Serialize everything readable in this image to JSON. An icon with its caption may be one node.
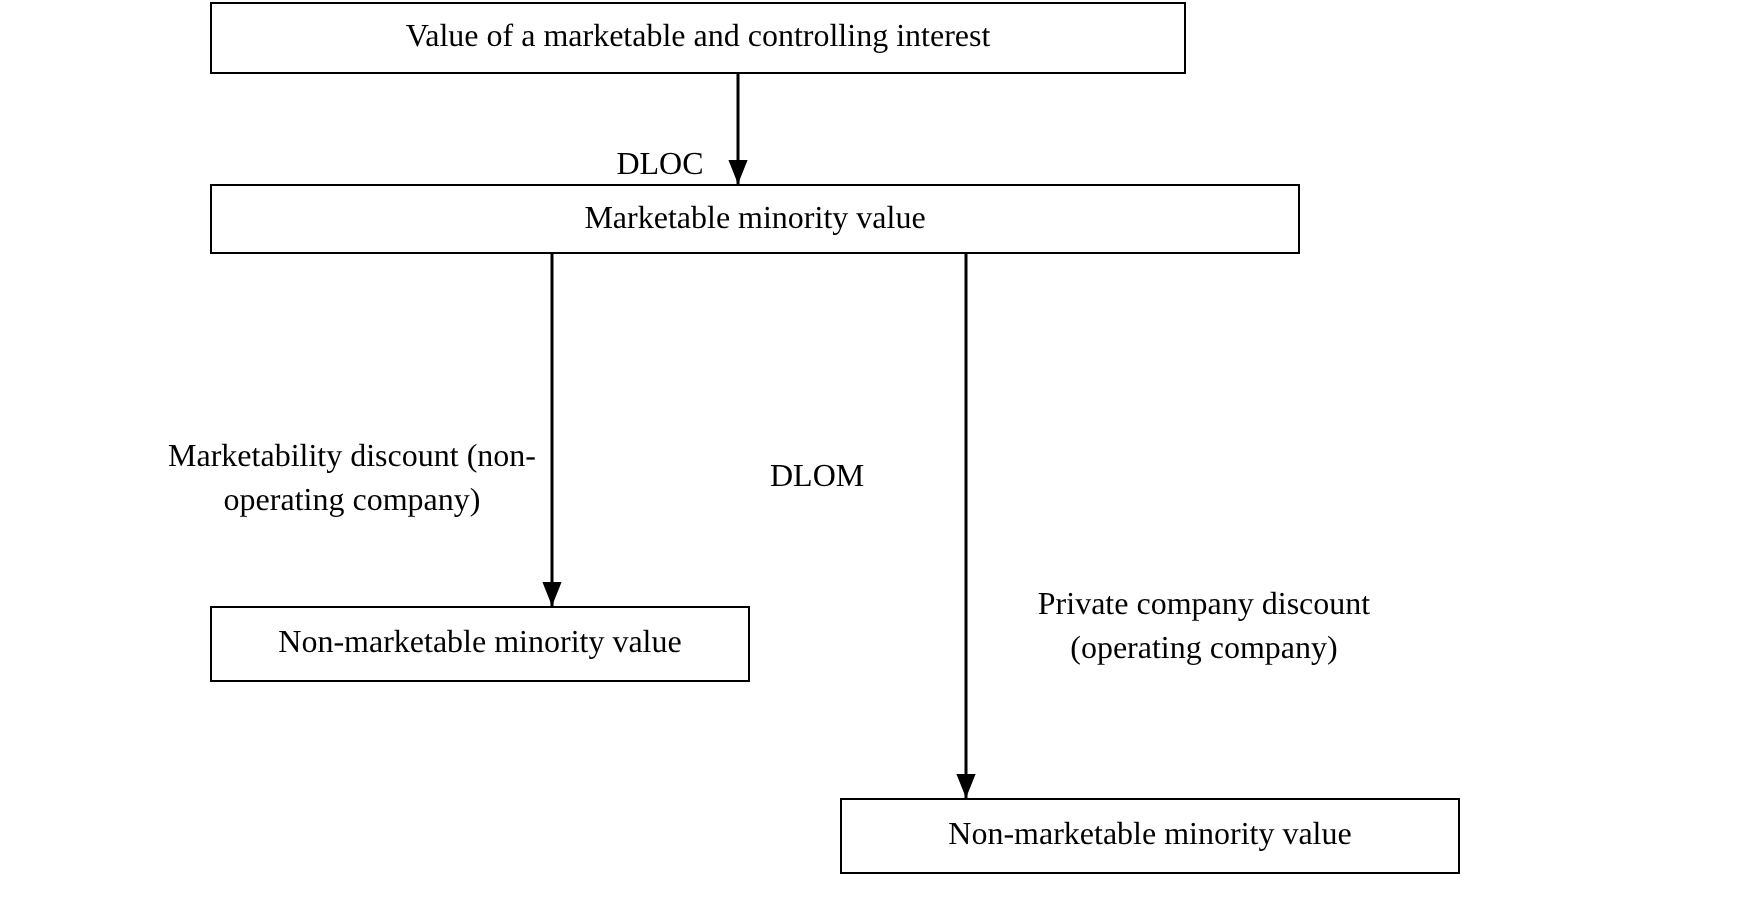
{
  "diagram": {
    "nodes": [
      {
        "text": [
          "Value of a marketable and controlling interest"
        ]
      },
      {
        "text": [
          "Marketable minority value"
        ]
      },
      {
        "text": [
          "Non-marketable minority value"
        ]
      },
      {
        "text": [
          "Non-marketable minority value"
        ]
      }
    ],
    "edges": [
      {
        "from": 0,
        "to": 1,
        "arrow": "to",
        "label": "DLOC"
      },
      {
        "from": 1,
        "to": 2,
        "arrow": "to",
        "label": "Marketability discount (non-operating company)"
      },
      {
        "from": 1,
        "to": 3,
        "arrow": "to",
        "label": "Private company discount (operating company)"
      }
    ],
    "labels": [
      "DLOM"
    ]
  }
}
